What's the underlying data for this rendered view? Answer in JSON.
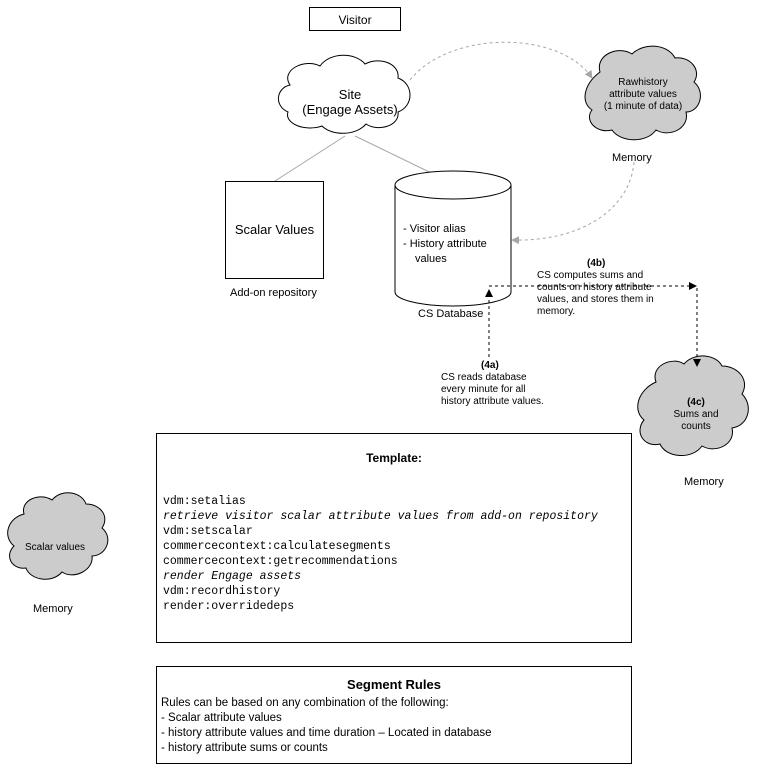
{
  "visitor": {
    "label": "Visitor"
  },
  "site": {
    "line1": "Site",
    "line2": "(Engage Assets)"
  },
  "raw_history": {
    "line1": "Rawhistory",
    "line2": "attribute values",
    "line3": "(1 minute of data)",
    "caption": "Memory"
  },
  "scalar_values_box": {
    "label": "Scalar Values",
    "caption": "Add-on repository"
  },
  "cs_database": {
    "item1": "- Visitor alias",
    "item2": "- History attribute",
    "item3": "values",
    "caption": "CS Database"
  },
  "step_4b": {
    "tag": "(4b)",
    "line1": "CS computes sums and",
    "line2": "counts on history attribute",
    "line3": "values, and stores them in",
    "line4": "memory."
  },
  "step_4a": {
    "tag": "(4a)",
    "line1": "CS reads database",
    "line2": "every minute for all",
    "line3": "history attribute values."
  },
  "step_4c": {
    "tag": "(4c)",
    "line1": "Sums and",
    "line2": "counts",
    "caption": "Memory"
  },
  "scalar_memory": {
    "label": "Scalar values",
    "caption": "Memory"
  },
  "template": {
    "title": "Template:",
    "lines": [
      {
        "text": "vdm:setalias",
        "italic": false
      },
      {
        "text": "retrieve visitor scalar attribute values from add-on repository",
        "italic": true
      },
      {
        "text": "vdm:setscalar",
        "italic": false
      },
      {
        "text": "commercecontext:calculatesegments",
        "italic": false
      },
      {
        "text": "commercecontext:getrecommendations",
        "italic": false
      },
      {
        "text": "render Engage assets",
        "italic": true
      },
      {
        "text": "vdm:recordhistory",
        "italic": false
      },
      {
        "text": "render:overridedeps",
        "italic": false
      }
    ]
  },
  "segment_rules": {
    "title": "Segment Rules",
    "intro": "Rules can be based on any combination of the following:",
    "items": [
      "- Scalar attribute values",
      "- history attribute values and time duration – Located in database",
      "- history attribute sums or counts"
    ]
  },
  "colors": {
    "cloud_gray": "#cccccc",
    "line_gray": "#a6a6a6"
  }
}
